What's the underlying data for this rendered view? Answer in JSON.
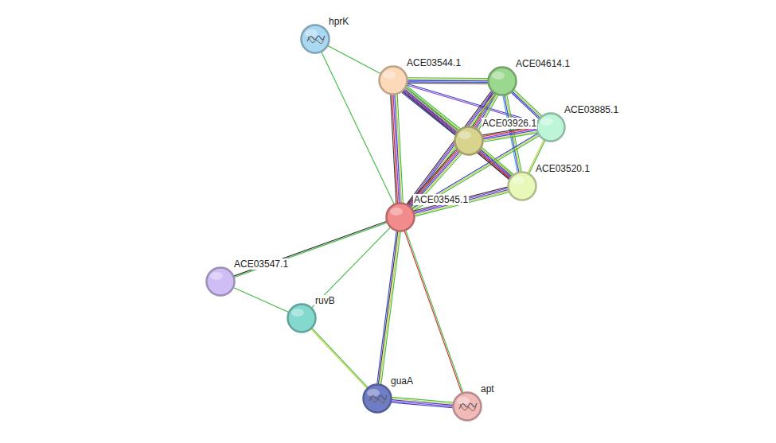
{
  "diagram": {
    "nodes": [
      {
        "text": [
          "hprK"
        ]
      },
      {
        "text": [
          "ACE03544.1"
        ]
      },
      {
        "text": [
          "ACE04614.1"
        ]
      },
      {
        "text": [
          "ACE03885.1"
        ]
      },
      {
        "text": [
          "ACE03926.1"
        ]
      },
      {
        "text": [
          "ACE03520.1"
        ]
      },
      {
        "text": [
          "ACE03545.1"
        ]
      },
      {
        "text": [
          "ACE03547.1"
        ]
      },
      {
        "text": [
          "ruvB"
        ]
      },
      {
        "text": [
          "guaA"
        ]
      },
      {
        "text": [
          "apt"
        ]
      }
    ],
    "edges": [
      {
        "from": 0,
        "to": 1,
        "arrow": "none"
      },
      {
        "from": 0,
        "to": 6,
        "arrow": "none"
      },
      {
        "from": 1,
        "to": 2,
        "arrow": "none"
      },
      {
        "from": 1,
        "to": 4,
        "arrow": "none"
      },
      {
        "from": 1,
        "to": 5,
        "arrow": "none"
      },
      {
        "from": 1,
        "to": 6,
        "arrow": "none"
      },
      {
        "from": 1,
        "to": 3,
        "arrow": "none"
      },
      {
        "from": 2,
        "to": 4,
        "arrow": "none"
      },
      {
        "from": 2,
        "to": 3,
        "arrow": "none"
      },
      {
        "from": 2,
        "to": 5,
        "arrow": "none"
      },
      {
        "from": 2,
        "to": 6,
        "arrow": "none"
      },
      {
        "from": 3,
        "to": 4,
        "arrow": "none"
      },
      {
        "from": 3,
        "to": 5,
        "arrow": "none"
      },
      {
        "from": 3,
        "to": 6,
        "arrow": "none"
      },
      {
        "from": 4,
        "to": 5,
        "arrow": "none"
      },
      {
        "from": 4,
        "to": 6,
        "arrow": "none"
      },
      {
        "from": 5,
        "to": 6,
        "arrow": "none"
      },
      {
        "from": 6,
        "to": 7,
        "arrow": "none"
      },
      {
        "from": 6,
        "to": 8,
        "arrow": "none"
      },
      {
        "from": 6,
        "to": 9,
        "arrow": "none"
      },
      {
        "from": 6,
        "to": 10,
        "arrow": "none"
      },
      {
        "from": 7,
        "to": 8,
        "arrow": "none"
      },
      {
        "from": 8,
        "to": 9,
        "arrow": "none"
      },
      {
        "from": 9,
        "to": 10,
        "arrow": "none"
      }
    ]
  }
}
